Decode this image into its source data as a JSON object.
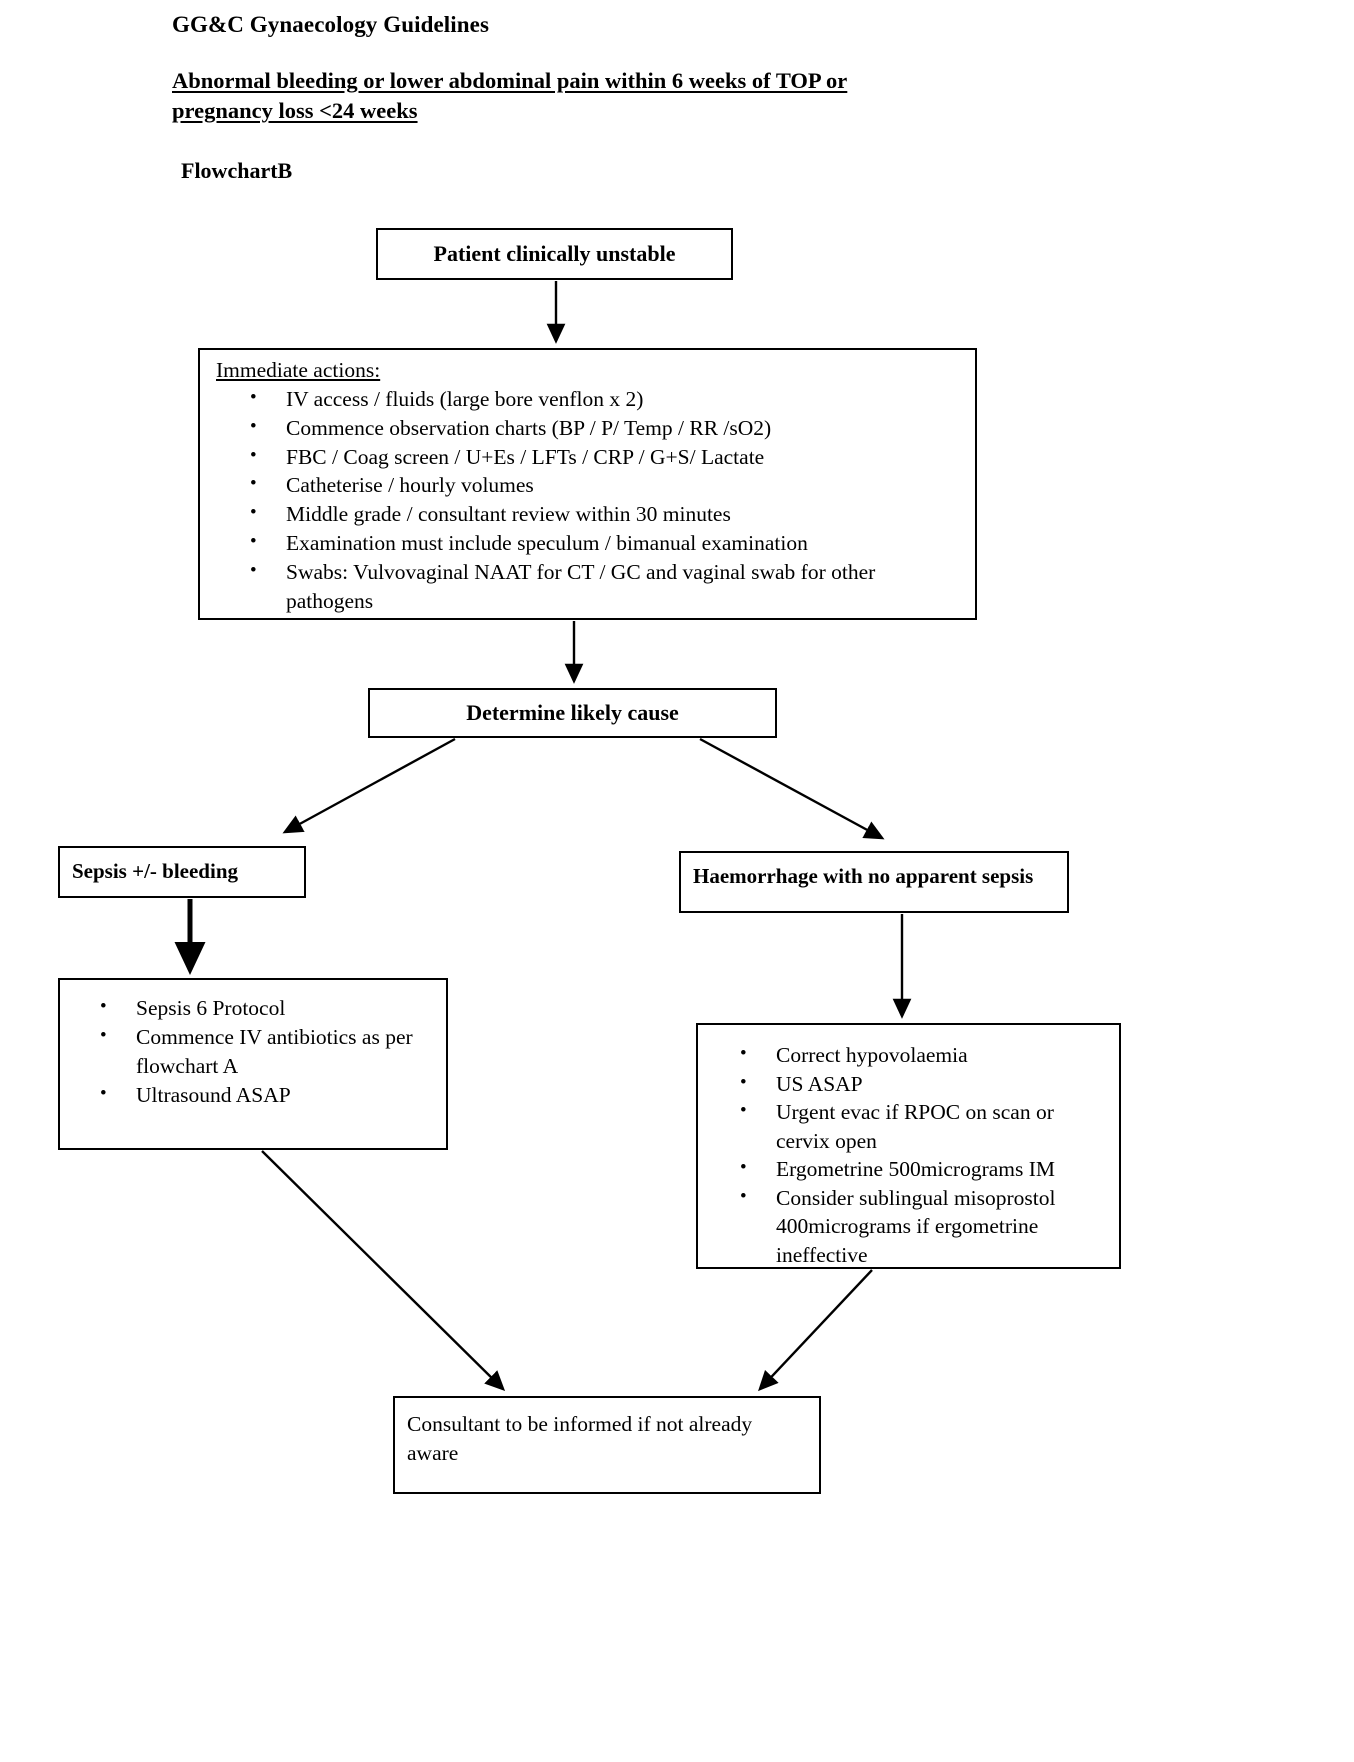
{
  "header": {
    "doc_title": "GG&C Gynaecology Guidelines",
    "subtitle": "Abnormal bleeding or lower abdominal pain within 6 weeks of TOP or pregnancy loss <24 weeks",
    "flowchart_label": "FlowchartB"
  },
  "nodes": {
    "unstable": {
      "title": "Patient clinically unstable"
    },
    "immediate_actions": {
      "heading": "Immediate actions:",
      "items": [
        "IV access / fluids (large bore venflon x 2)",
        "Commence observation charts (BP / P/ Temp / RR /sO2)",
        "FBC / Coag screen / U+Es / LFTs / CRP / G+S/ Lactate",
        "Catheterise / hourly volumes",
        "Middle grade / consultant review within 30 minutes",
        "Examination must include speculum / bimanual examination",
        "Swabs: Vulvovaginal NAAT for CT / GC and vaginal swab for other pathogens"
      ]
    },
    "determine": {
      "title": "Determine likely cause"
    },
    "branch_left": {
      "title": "Sepsis +/- bleeding"
    },
    "branch_right": {
      "title": "Haemorrhage with no apparent sepsis"
    },
    "sepsis_actions": {
      "items": [
        "Sepsis 6 Protocol",
        "Commence IV antibiotics as per flowchart A",
        "Ultrasound ASAP"
      ]
    },
    "haemorrhage_actions": {
      "items": [
        "Correct hypovolaemia",
        "US ASAP",
        "Urgent evac if RPOC on scan or cervix open",
        "Ergometrine 500micrograms IM",
        "Consider sublingual misoprostol 400micrograms if ergometrine ineffective"
      ]
    },
    "consultant": {
      "text": "Consultant to be informed if not already aware"
    }
  },
  "colors": {
    "ink": "#000000",
    "paper": "#ffffff"
  }
}
